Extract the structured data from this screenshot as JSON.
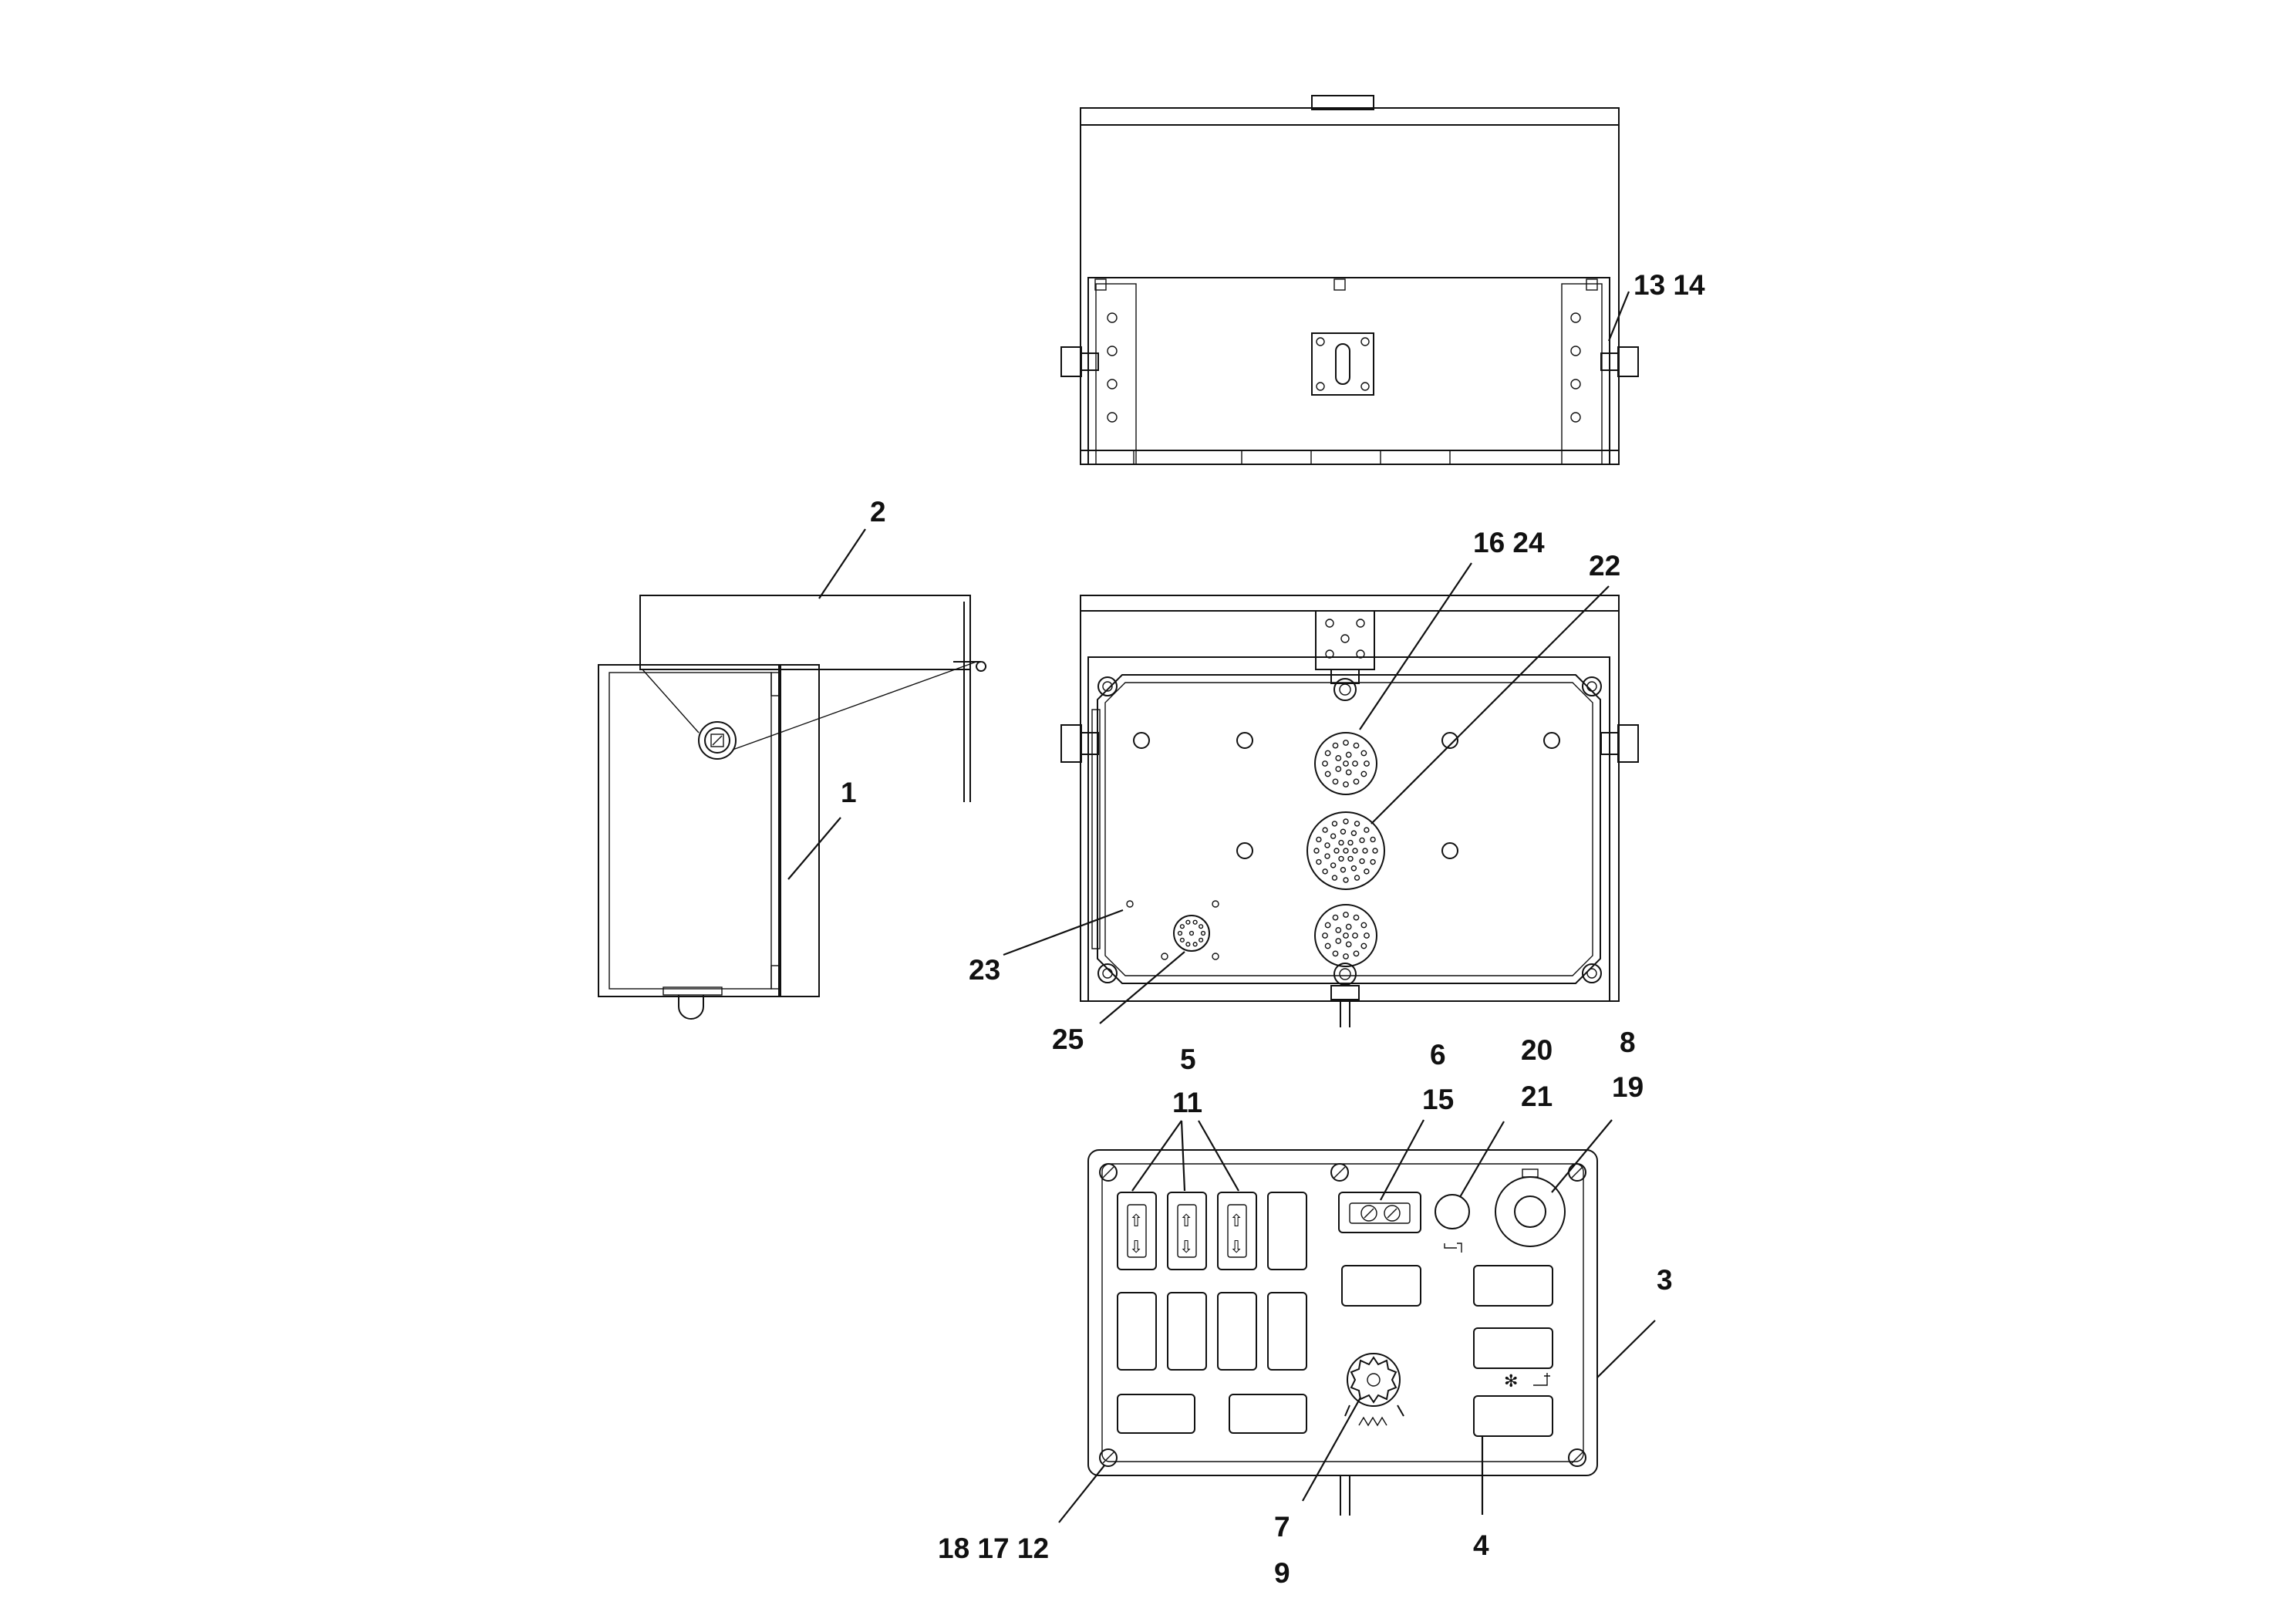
{
  "callouts": {
    "c_13_14": "13 14",
    "c_2": "2",
    "c_16_24": "16 24",
    "c_22": "22",
    "c_1": "1",
    "c_23": "23",
    "c_25": "25",
    "c_5": "5",
    "c_11": "11",
    "c_6": "6",
    "c_15": "15",
    "c_20": "20",
    "c_21": "21",
    "c_8": "8",
    "c_19": "19",
    "c_3": "3",
    "c_18_17_12": "18 17 12",
    "c_7": "7",
    "c_9": "9",
    "c_4": "4"
  }
}
